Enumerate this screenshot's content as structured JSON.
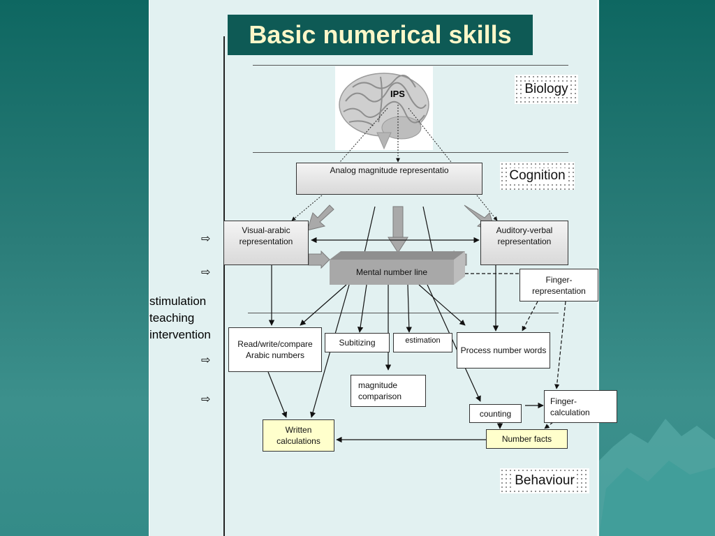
{
  "title": "Basic numerical skills",
  "levels": {
    "biology": "Biology",
    "cognition": "Cognition",
    "behaviour": "Behaviour"
  },
  "brain": {
    "label": "IPS"
  },
  "side_text": [
    "stimulation",
    "teaching",
    "intervention"
  ],
  "side_arrow_glyph": "⇨",
  "nodes": {
    "analog": "Analog magnitude representatio",
    "visual_arabic": "Visual-arabic representation",
    "auditory_verbal": "Auditory-verbal representation",
    "mental_line": "Mental number line",
    "finger_repr": "Finger-representation",
    "read_write": "Read/write/compare Arabic numbers",
    "subitizing": "Subitizing",
    "estimation": "estimation",
    "process_words": "Process number words",
    "magnitude_comp": "magnitude comparison",
    "counting": "counting",
    "finger_calc": "Finger-calculation",
    "number_facts": "Number facts",
    "written_calc": "Written calculations"
  },
  "colors": {
    "title_bg": "#0e5a55",
    "title_text": "#fdf7c8",
    "panel": "#e2f1f1",
    "written_bg": "#ffffcc"
  }
}
